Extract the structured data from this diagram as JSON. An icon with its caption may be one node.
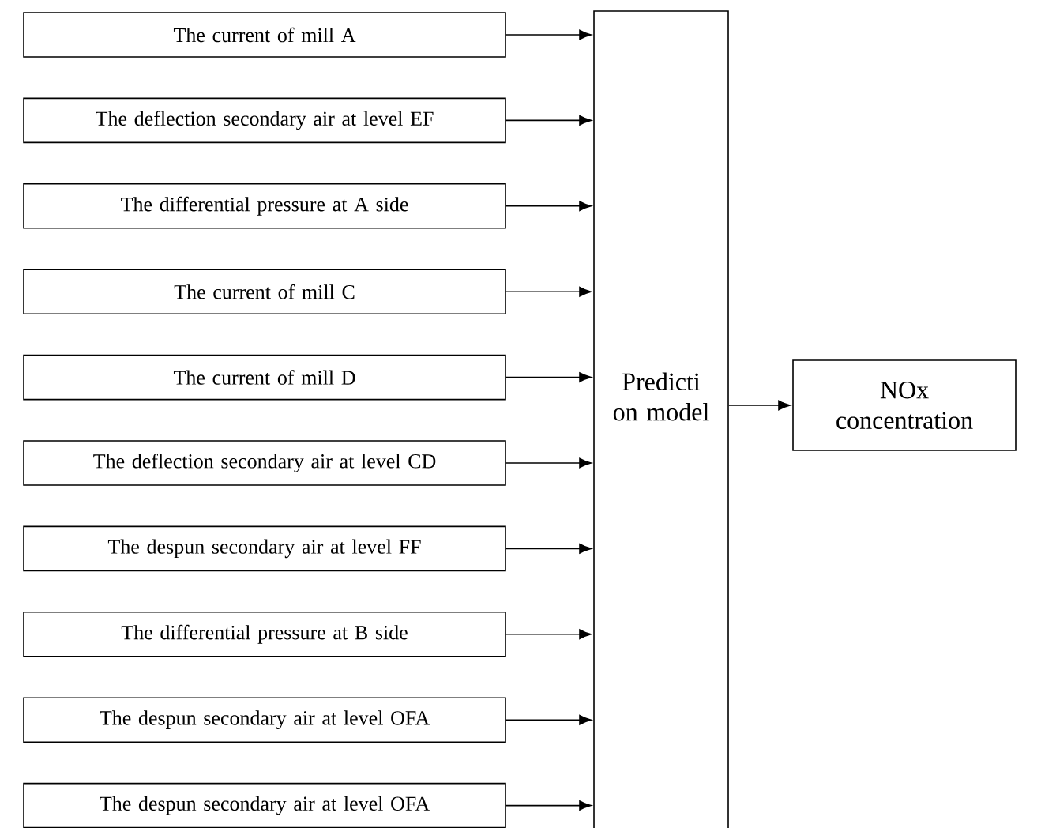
{
  "diagram": {
    "nodes": [
      {
        "text": [
          "The current of mill A"
        ]
      },
      {
        "text": [
          "The deflection secondary air at level EF"
        ]
      },
      {
        "text": [
          "The differential pressure at A side"
        ]
      },
      {
        "text": [
          "The current of mill C"
        ]
      },
      {
        "text": [
          "The current of mill D"
        ]
      },
      {
        "text": [
          "The deflection secondary air at level CD"
        ]
      },
      {
        "text": [
          "The despun secondary air at level FF"
        ]
      },
      {
        "text": [
          "The differential pressure at B side"
        ]
      },
      {
        "text": [
          "The despun secondary air at level OFA"
        ]
      },
      {
        "text": [
          "The despun secondary air at level OFA"
        ]
      },
      {
        "text": [
          "Predicti on model"
        ]
      },
      {
        "text": [
          "NOx concentration"
        ]
      }
    ],
    "edges": [
      {
        "from": 0,
        "to": 10,
        "arrow": "to"
      },
      {
        "from": 1,
        "to": 10,
        "arrow": "to"
      },
      {
        "from": 2,
        "to": 10,
        "arrow": "to"
      },
      {
        "from": 3,
        "to": 10,
        "arrow": "to"
      },
      {
        "from": 4,
        "to": 10,
        "arrow": "to"
      },
      {
        "from": 5,
        "to": 10,
        "arrow": "to"
      },
      {
        "from": 6,
        "to": 10,
        "arrow": "to"
      },
      {
        "from": 7,
        "to": 10,
        "arrow": "to"
      },
      {
        "from": 8,
        "to": 10,
        "arrow": "to"
      },
      {
        "from": 9,
        "to": 10,
        "arrow": "to"
      },
      {
        "from": 10,
        "to": 11,
        "arrow": "to"
      }
    ]
  }
}
